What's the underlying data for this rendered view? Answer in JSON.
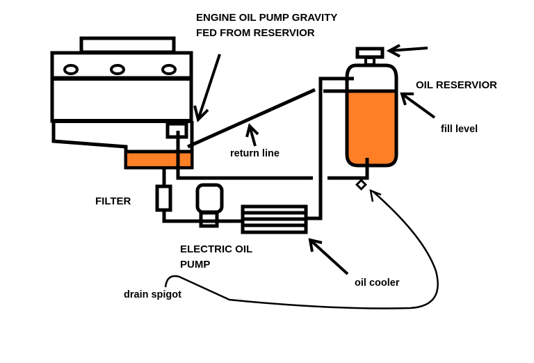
{
  "diagram": {
    "title": "Engine oil system with gravity-fed reservoir",
    "colors": {
      "oil": "#FF7F27",
      "line": "#000000",
      "background": "#FFFFFF"
    },
    "labels": {
      "engine_pump_line1": "ENGINE OIL PUMP GRAVITY",
      "engine_pump_line2": "FED FROM RESERVIOR",
      "oil_reservoir": "OIL RESERVIOR",
      "fill_level": "fill level",
      "return_line": "return line",
      "filter": "FILTER",
      "electric_pump_line1": "ELECTRIC OIL",
      "electric_pump_line2": "PUMP",
      "oil_cooler": "oil cooler",
      "drain_spigot": "drain spigot"
    },
    "components": [
      "engine",
      "oil pan",
      "engine oil pump",
      "oil reservoir",
      "reservoir cap",
      "drain spigot",
      "filter",
      "electric oil pump",
      "oil cooler",
      "return line"
    ]
  }
}
